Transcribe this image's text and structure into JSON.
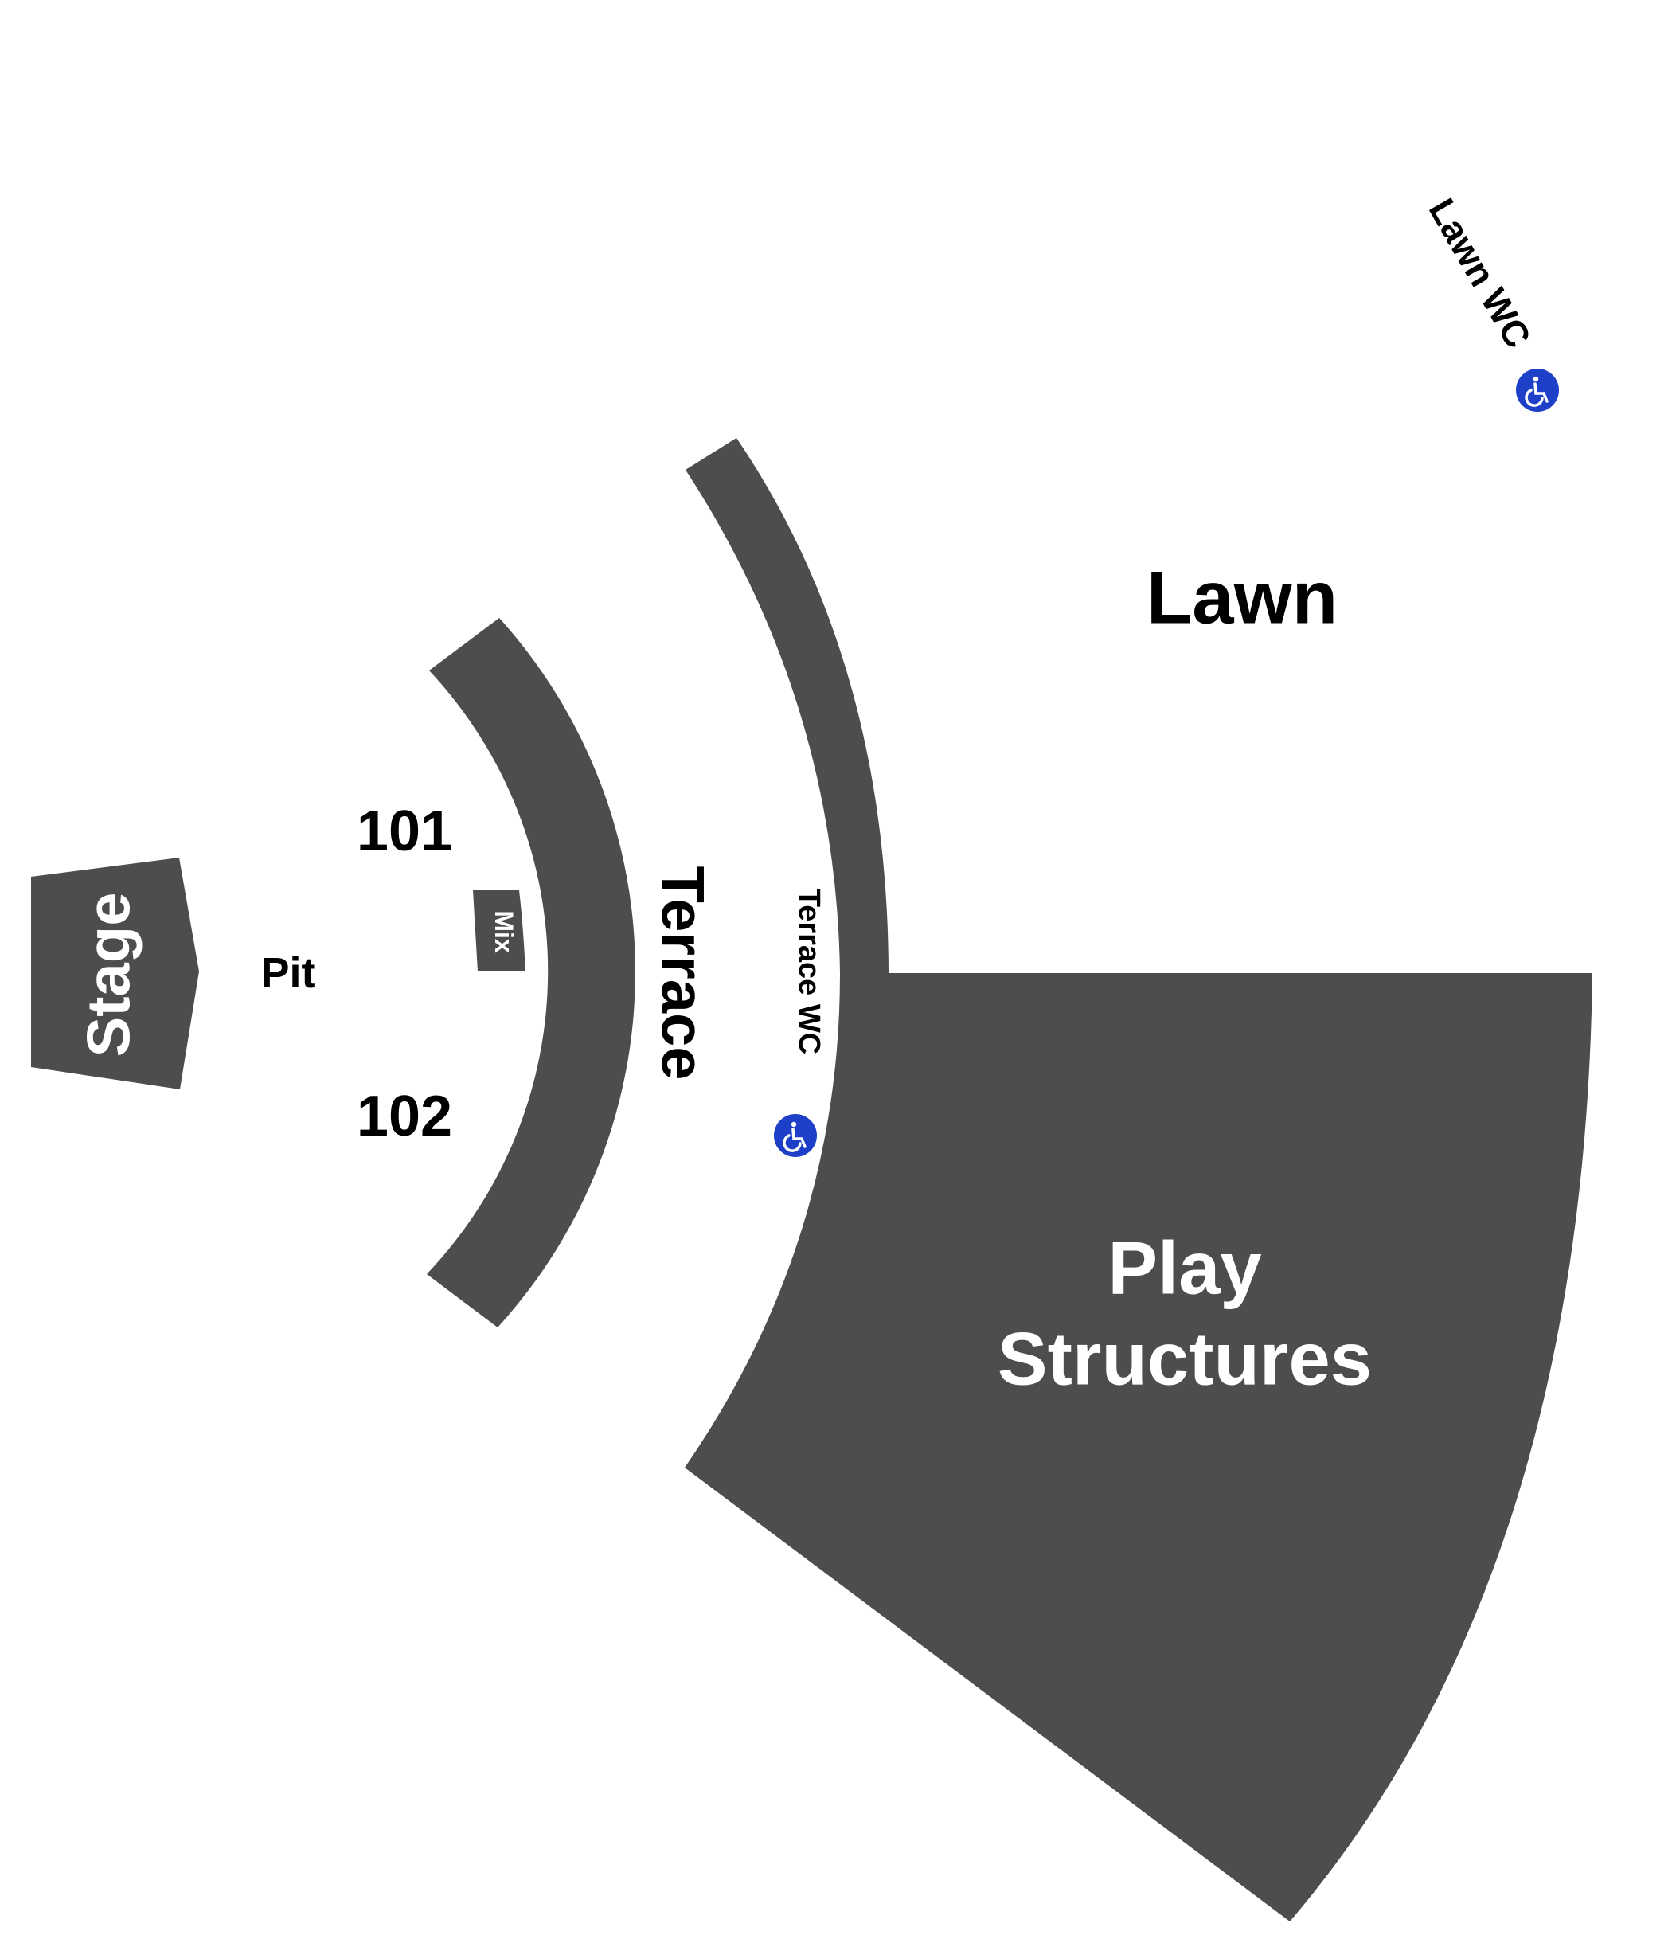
{
  "colors": {
    "section_fill": "#4d4d4d",
    "accessible_icon": "#1e40c8",
    "background": "#ffffff"
  },
  "labels": {
    "stage": "Stage",
    "pit": "Pit",
    "section_101": "101",
    "section_102": "102",
    "mix": "Mix",
    "terrace": "Terrace",
    "terrace_wc": "Terrace WC",
    "lawn": "Lawn",
    "lawn_wc": "Lawn WC",
    "play_structures_line1": "Play",
    "play_structures_line2": "Structures"
  },
  "icons": {
    "terrace_wc_icon": "wheelchair-accessible-icon",
    "lawn_wc_icon": "wheelchair-accessible-icon"
  }
}
